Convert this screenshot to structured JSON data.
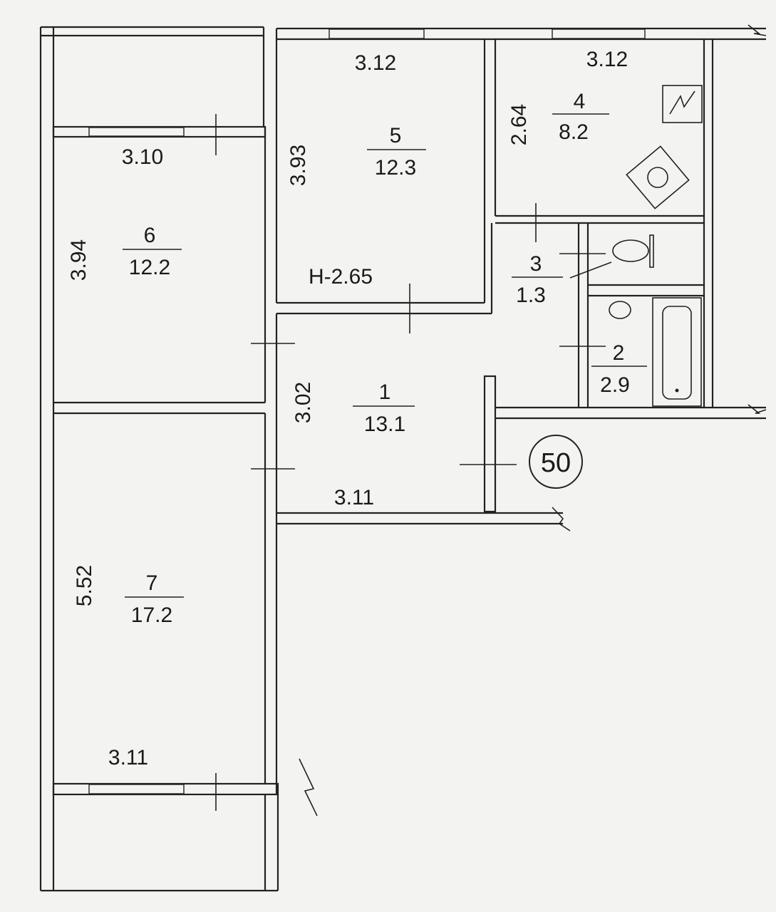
{
  "plan": {
    "apartment_number": "50",
    "ceiling_height": "H-2.65",
    "rooms": [
      {
        "number": "1",
        "area": "13.1"
      },
      {
        "number": "2",
        "area": "2.9"
      },
      {
        "number": "3",
        "area": "1.3"
      },
      {
        "number": "4",
        "area": "8.2"
      },
      {
        "number": "5",
        "area": "12.3"
      },
      {
        "number": "6",
        "area": "12.2"
      },
      {
        "number": "7",
        "area": "17.2"
      }
    ],
    "dimensions": {
      "room5_width": "3.12",
      "room4_width": "3.12",
      "room6_width": "3.10",
      "room5_depth": "3.93",
      "room6_depth": "3.94",
      "room4_depth": "2.64",
      "room1_depth": "3.02",
      "room1_width": "3.11",
      "room7_depth": "5.52",
      "room7_width": "3.11"
    }
  }
}
